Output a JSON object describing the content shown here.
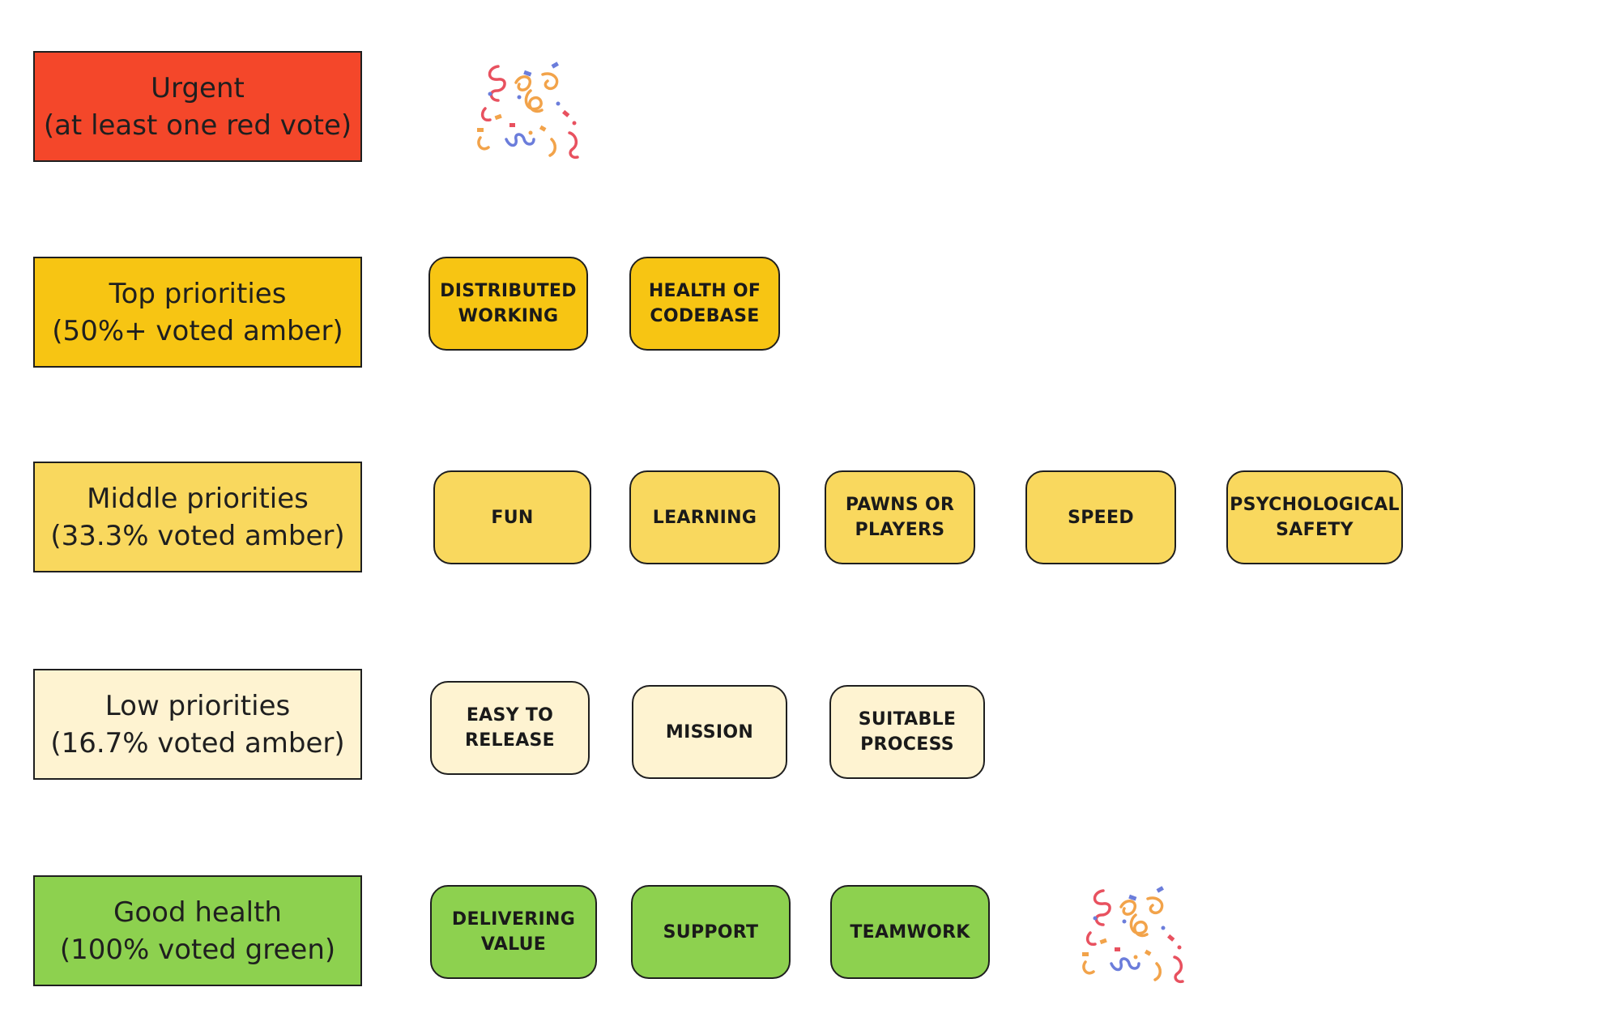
{
  "colors": {
    "urgent": "#f4472a",
    "top": "#f7c513",
    "middle": "#f9d85e",
    "low": "#fef3d1",
    "good": "#8dd14f"
  },
  "rows": [
    {
      "key": "urgent",
      "line1": "Urgent",
      "line2": "(at least one red vote)",
      "cards": []
    },
    {
      "key": "top",
      "line1": "Top priorities",
      "line2": "(50%+ voted amber)",
      "cards": [
        "DISTRIBUTED\nWORKING",
        "HEALTH OF\nCODEBASE"
      ]
    },
    {
      "key": "middle",
      "line1": "Middle priorities",
      "line2": "(33.3% voted amber)",
      "cards": [
        "FUN",
        "LEARNING",
        "PAWNS OR\nPLAYERS",
        "SPEED",
        "PSYCHOLOGICAL\nSAFETY"
      ]
    },
    {
      "key": "low",
      "line1": "Low priorities",
      "line2": "(16.7% voted amber)",
      "cards": [
        "EASY TO\nRELEASE",
        "MISSION",
        "SUITABLE\nPROCESS"
      ]
    },
    {
      "key": "good",
      "line1": "Good health",
      "line2": "(100% voted green)",
      "cards": [
        "DELIVERING\nVALUE",
        "SUPPORT",
        "TEAMWORK"
      ]
    }
  ],
  "icons": [
    "confetti-icon",
    "confetti-icon"
  ]
}
